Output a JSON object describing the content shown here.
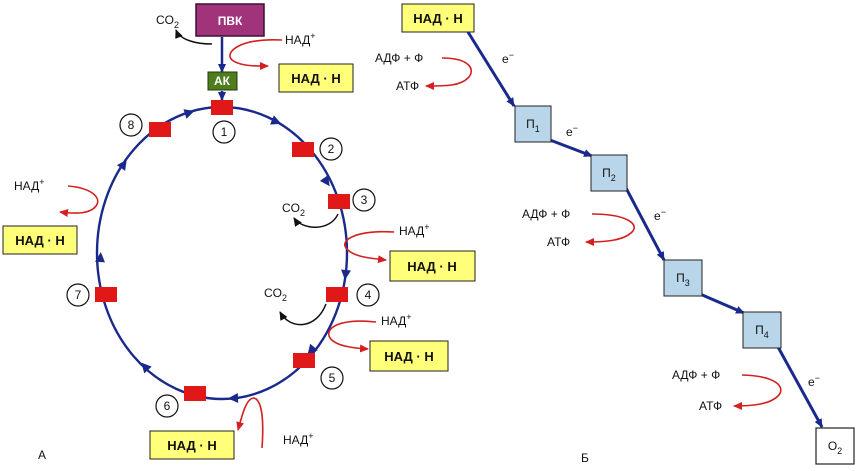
{
  "panel_a": {
    "label": "А",
    "pvk": "ПВК",
    "ak": "АК",
    "co2": "CO",
    "co2_sub": "2",
    "nad_plus": "НАД",
    "nad_plus_sup": "+",
    "nadh": "НАД · Н",
    "steps": [
      "1",
      "2",
      "3",
      "4",
      "5",
      "6",
      "7",
      "8"
    ]
  },
  "panel_b": {
    "label": "Б",
    "nadh": "НАД · Н",
    "adp_f": "АДФ + Ф",
    "atf": "АТФ",
    "electron": "e",
    "electron_sup": "−",
    "carrier": "П",
    "carrier_subs": [
      "1",
      "2",
      "3",
      "4"
    ],
    "o2": "O",
    "o2_sub": "2"
  },
  "colors": {
    "pvk_box": "#a0337a",
    "ak_box": "#4e7d1e",
    "nadh_box": "#ffff7a",
    "cycle_line": "#1a2a8c",
    "red_arrow": "#d42020",
    "step_marker": "#e01818",
    "carrier_box": "#b9d5ea"
  }
}
